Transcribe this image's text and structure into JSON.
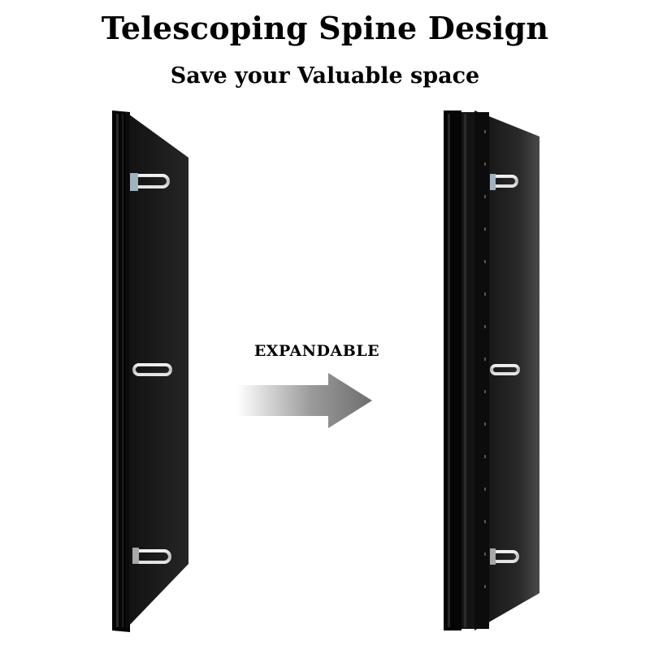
{
  "header": {
    "title": "Telescoping Spine Design",
    "subtitle": "Save your Valuable space"
  },
  "arrow": {
    "label": "EXPANDABLE"
  },
  "colors": {
    "background": "#ffffff",
    "binder": "#1a1a1a",
    "text": "#000000",
    "arrow": "#7a7a7a",
    "rings": "#c8c8c8"
  },
  "icons": [
    "binder-collapsed-image",
    "binder-expanded-image",
    "arrow-right-icon",
    "ring-mechanism-icon"
  ]
}
